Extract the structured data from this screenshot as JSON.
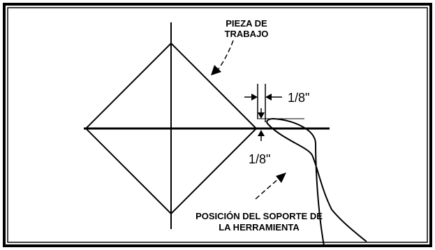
{
  "labels": {
    "workpiece_line1": "PIEZA DE",
    "workpiece_line2": "TRABAJO",
    "dim_horizontal": "1/8\"",
    "dim_vertical": "1/8\"",
    "tool_rest_line1": "POSICIÓN DEL SOPORTE DE",
    "tool_rest_line2": "LA HERRAMIENTA"
  },
  "colors": {
    "ink": "#000000",
    "background": "#ffffff"
  }
}
